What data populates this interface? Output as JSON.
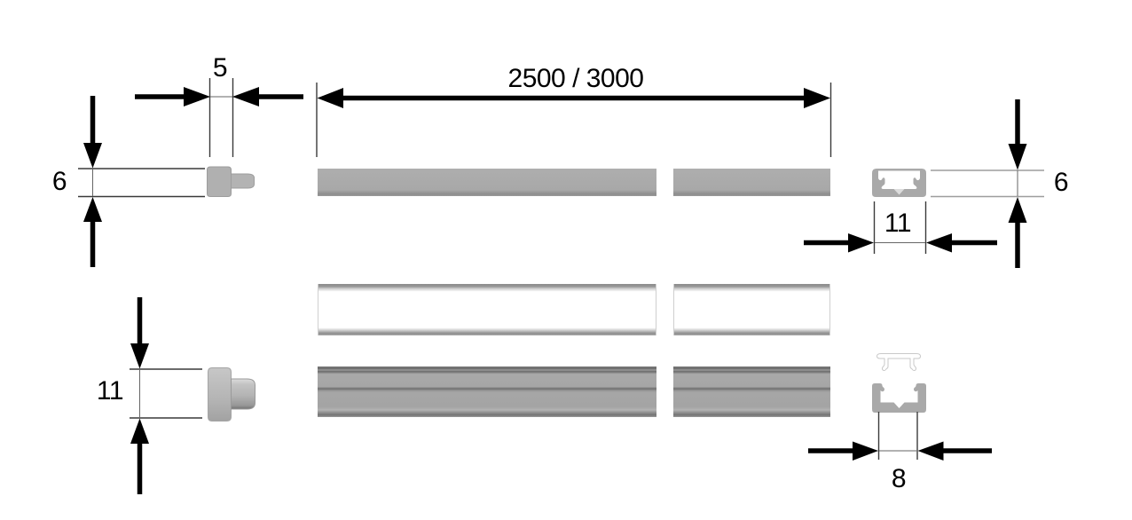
{
  "diagram": {
    "kind": "technical-drawing",
    "dimensions": {
      "end_cap_width": "5",
      "slim_profile_height_left": "6",
      "profile_length": "2500 / 3000",
      "slim_profile_height_right": "6",
      "slim_profile_width": "11",
      "high_end_cap_height": "11",
      "high_profile_inner_width": "8"
    },
    "colors": {
      "profile_gray": "#a9a9a9",
      "dimension_line": "#000000",
      "witness_line": "#3a3a3a",
      "diffuser_outline": "#c9c9c9"
    }
  }
}
